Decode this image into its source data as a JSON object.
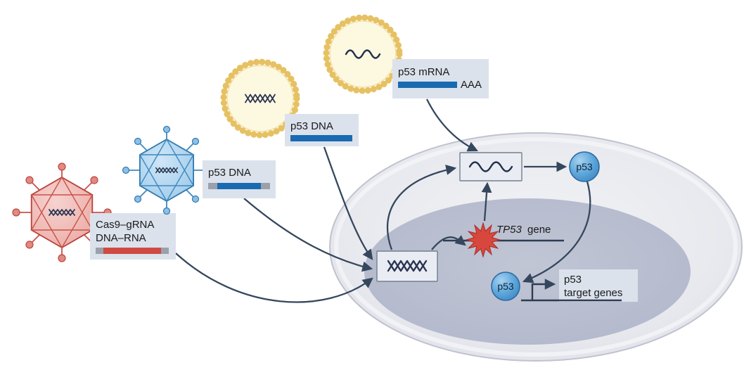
{
  "diagram": {
    "delivery_vectors": [
      {
        "name": "cas9-grna-adenovirus",
        "icon": "adenovirus-capsid-red",
        "label_lines": [
          "Cas9–gRNA",
          "DNA–RNA"
        ],
        "cargo_bar": {
          "style": "red-with-gray-ends"
        }
      },
      {
        "name": "p53-dna-adenovirus",
        "icon": "adenovirus-capsid-blue",
        "label_lines": [
          "p53 DNA"
        ],
        "cargo_bar": {
          "style": "blue-with-gray-ends"
        }
      },
      {
        "name": "p53-dna-lipid-nanoparticle",
        "icon": "lipid-nanoparticle-dna",
        "label_lines": [
          "p53 DNA"
        ],
        "cargo_bar": {
          "style": "blue"
        }
      },
      {
        "name": "p53-mrna-lipid-nanoparticle",
        "icon": "lipid-nanoparticle-mrna",
        "label_lines": [
          "p53 mRNA"
        ],
        "cargo_bar": {
          "style": "blue"
        },
        "suffix": "AAA"
      }
    ],
    "cell": {
      "tp53_gene": {
        "italic": "TP53",
        "rest": "gene"
      },
      "p53_protein_upper": "p53",
      "p53_protein_lower": "p53",
      "target_genes_lines": [
        "p53",
        "target genes"
      ]
    },
    "colors": {
      "arrow": "#35475d",
      "label_bg": "#dbe2ec",
      "bar_blue": "#1a6ab2",
      "bar_red": "#cf4a41",
      "bar_gray": "#9aa1ad",
      "red_virus": "#d05a50",
      "blue_virus": "#4e9bd3",
      "nanoparticle_gold": "#e9c768",
      "cell_fill": "#e9eaef",
      "nucleus_fill": "#b8bed0",
      "p53_circle_fill": "#5ea6da",
      "starburst_red": "#d8473d",
      "dna_navy": "#2b3552"
    }
  }
}
